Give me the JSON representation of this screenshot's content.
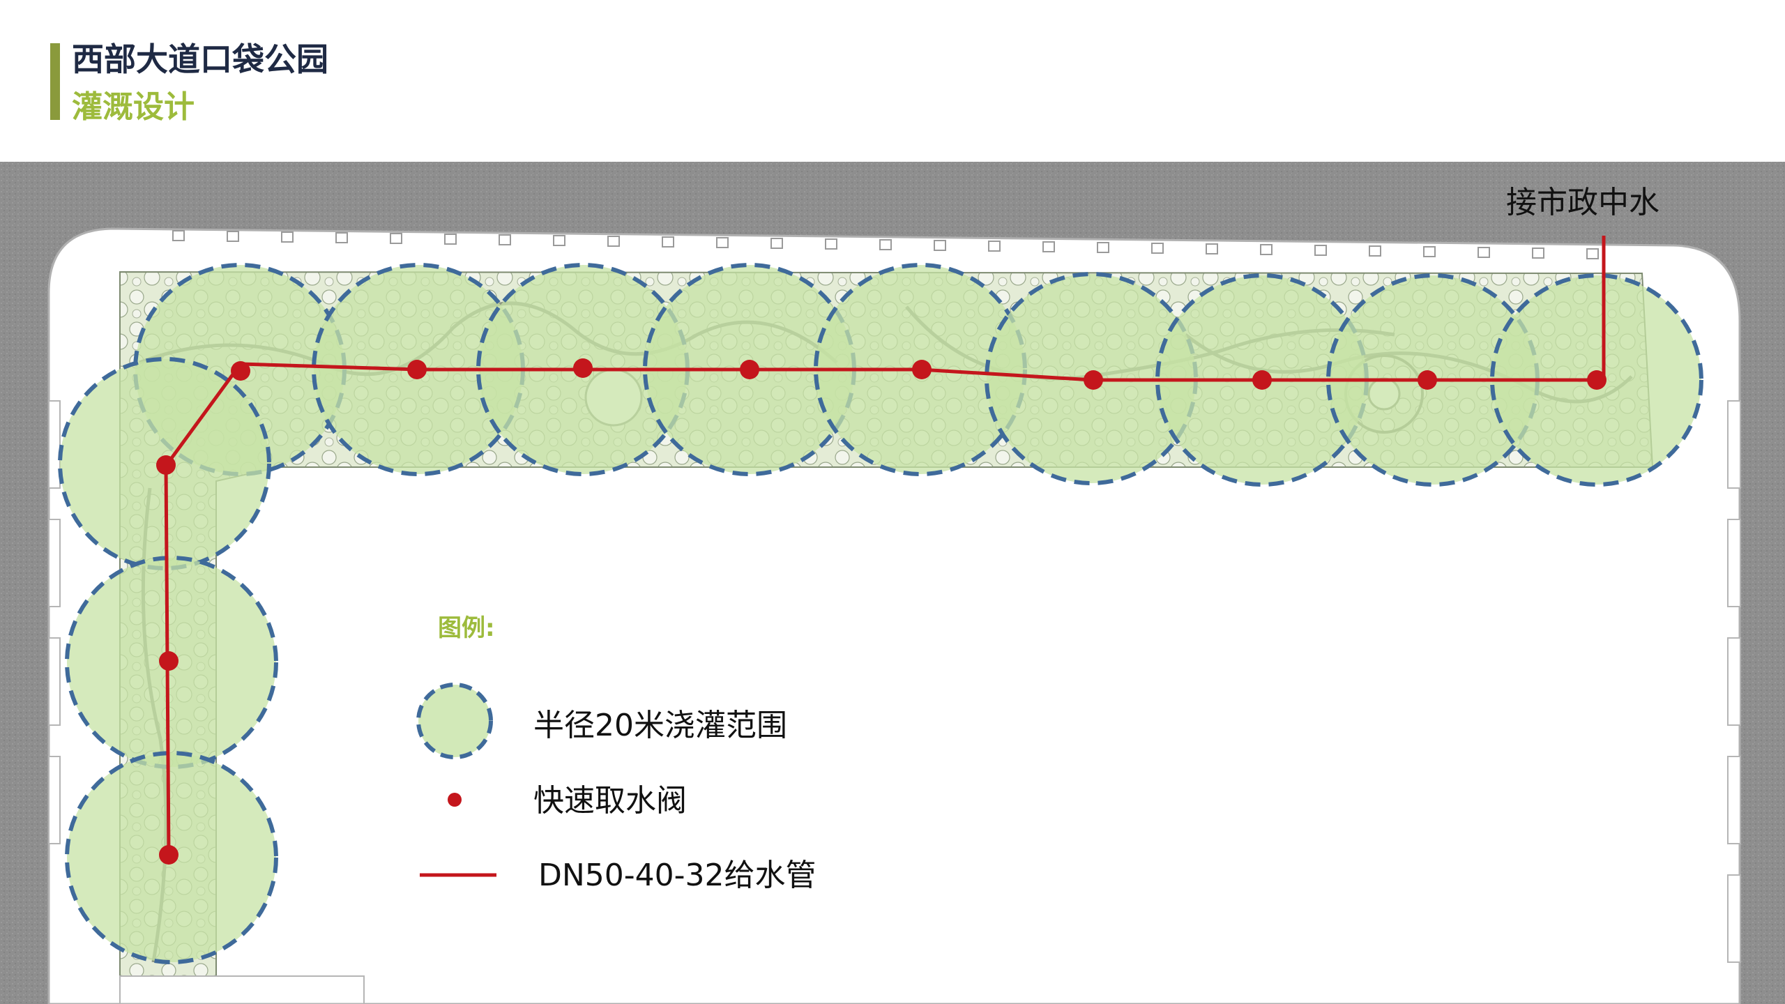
{
  "header": {
    "title": "西部大道口袋公园",
    "subtitle": "灌溉设计"
  },
  "plan": {
    "source_label": "接市政中水"
  },
  "legend": {
    "title": "图例:",
    "items": [
      {
        "label": "半径20米浇灌范围",
        "symbol": "dashed-circle-icon"
      },
      {
        "label": "快速取水阀",
        "symbol": "red-dot-icon"
      },
      {
        "label": "DN50-40-32给水管",
        "symbol": "red-line-icon"
      }
    ]
  },
  "colors": {
    "title": "#1f2a44",
    "subtitle": "#9dbb3c",
    "accent_bar": "#8a9a3c",
    "coverage_fill": "#d4e9b8",
    "coverage_stroke": "#3f6a9a",
    "pipe": "#c4161c",
    "street": "#8e8e8e"
  }
}
